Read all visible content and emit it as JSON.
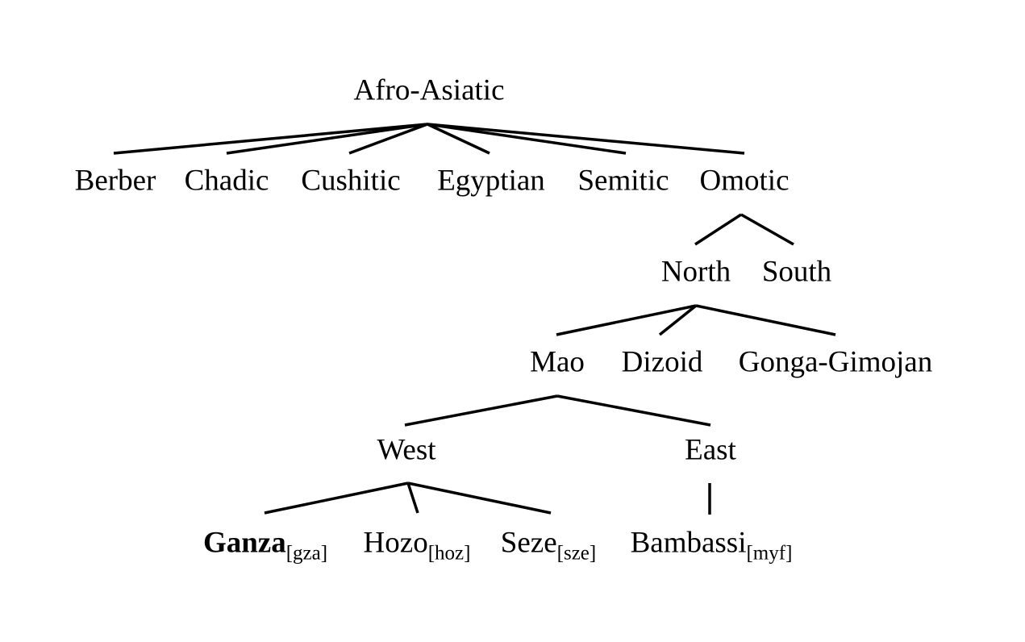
{
  "tree": {
    "root": "Afro-Asiatic",
    "branches": [
      "Berber",
      "Chadic",
      "Cushitic",
      "Egyptian",
      "Semitic",
      "Omotic"
    ],
    "omotic": [
      "North",
      "South"
    ],
    "north_omotic": [
      "Mao",
      "Dizoid",
      "Gonga-Gimojan"
    ],
    "mao": [
      "West",
      "East"
    ],
    "west_mao": [
      {
        "name": "Ganza",
        "code": "[gza]"
      },
      {
        "name": "Hozo",
        "code": "[hoz]"
      },
      {
        "name": "Seze",
        "code": "[sze]"
      }
    ],
    "east_mao": [
      {
        "name": "Bambassi",
        "code": "[myf]"
      }
    ]
  },
  "colors": {
    "line": "#000000",
    "text": "#000000",
    "background": "#ffffff"
  }
}
